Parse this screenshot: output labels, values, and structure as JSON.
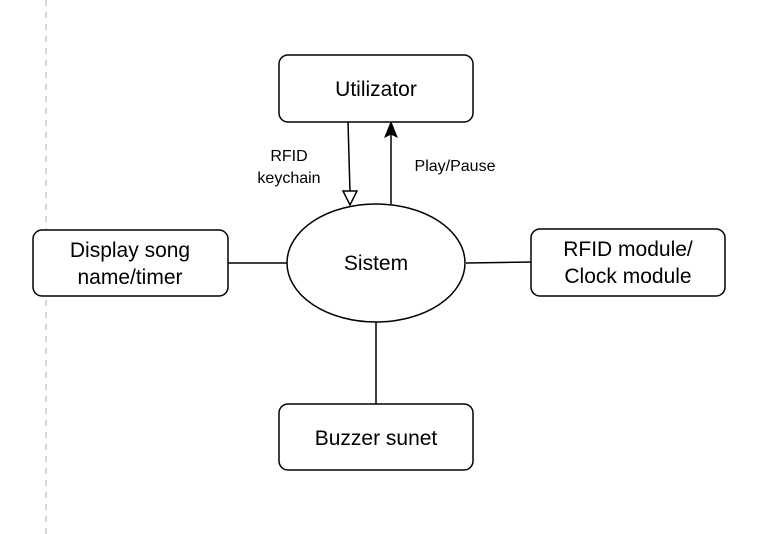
{
  "diagram": {
    "nodes": {
      "utilizator": {
        "label": "Utilizator"
      },
      "sistem": {
        "label": "Sistem"
      },
      "display": {
        "line1": "Display song",
        "line2": "name/timer"
      },
      "rfid_clock": {
        "line1": "RFID module/",
        "line2": "Clock module"
      },
      "buzzer": {
        "label": "Buzzer sunet"
      }
    },
    "edges": {
      "rfid_keychain": {
        "line1": "RFID",
        "line2": "keychain"
      },
      "play_pause": {
        "label": "Play/Pause"
      }
    },
    "colors": {
      "stroke": "#000000",
      "guide": "#c8c8c8",
      "fill": "#ffffff"
    }
  }
}
